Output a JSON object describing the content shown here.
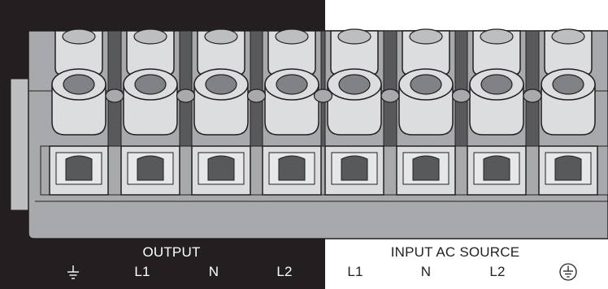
{
  "output_group": {
    "title": "OUTPUT",
    "terminals": [
      {
        "label": "",
        "icon": "ground-icon"
      },
      {
        "label": "L1"
      },
      {
        "label": "N"
      },
      {
        "label": "L2"
      }
    ]
  },
  "input_group": {
    "title": "INPUT AC SOURCE",
    "terminals": [
      {
        "label": "L1"
      },
      {
        "label": "N"
      },
      {
        "label": "L2"
      },
      {
        "label": "",
        "icon": "protective-earth-icon"
      }
    ]
  },
  "colors": {
    "output_panel": "#231f20",
    "input_panel": "#ffffff",
    "housing": "#a7a9ac",
    "recess": "#58595b",
    "terminal_body": "#dcddde",
    "screw": "#58595b"
  }
}
